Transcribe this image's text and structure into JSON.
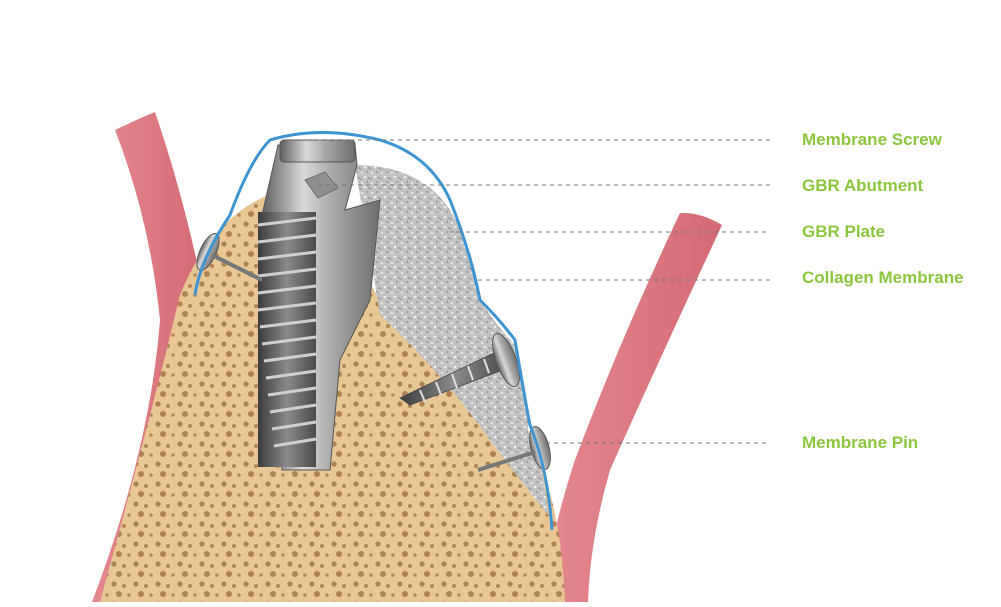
{
  "labels": {
    "membrane_screw": "Membrane Screw",
    "gbr_abutment": "GBR Abutment",
    "gbr_plate": "GBR Plate",
    "collagen_membrane": "Collagen Membrane",
    "membrane_pin": "Membrane Pin"
  },
  "colors": {
    "label": "#8cc63f",
    "gum": "#e07a80",
    "gum_dark": "#c85d66",
    "bone": "#e8c795",
    "bone_pore": "#9a6a3c",
    "graft": "#b9b9b9",
    "membrane": "#3c95d2",
    "metal": "#9a9a9a",
    "leader": "#777777"
  }
}
